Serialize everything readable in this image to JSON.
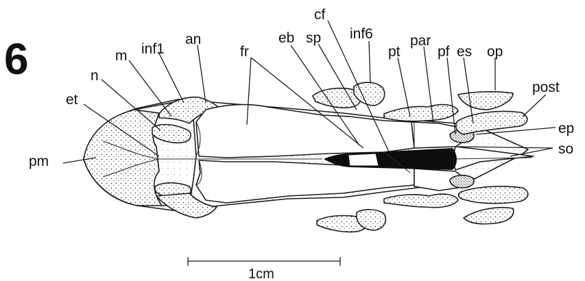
{
  "figure": {
    "number": "6",
    "labels": {
      "pm": "pm",
      "et": "et",
      "n": "n",
      "m": "m",
      "inf1": "inf1",
      "an": "an",
      "fr": "fr",
      "eb": "eb",
      "sp": "sp",
      "cf": "cf",
      "inf6": "inf6",
      "pt": "pt",
      "par": "par",
      "pf": "pf",
      "es": "es",
      "op": "op",
      "post": "post",
      "ep": "ep",
      "so": "so"
    },
    "scale_bar": {
      "label": "1cm"
    }
  },
  "colors": {
    "ink": "#1a1a1a",
    "paper": "#ffffff",
    "fill_dark": "#0d0d0d"
  }
}
